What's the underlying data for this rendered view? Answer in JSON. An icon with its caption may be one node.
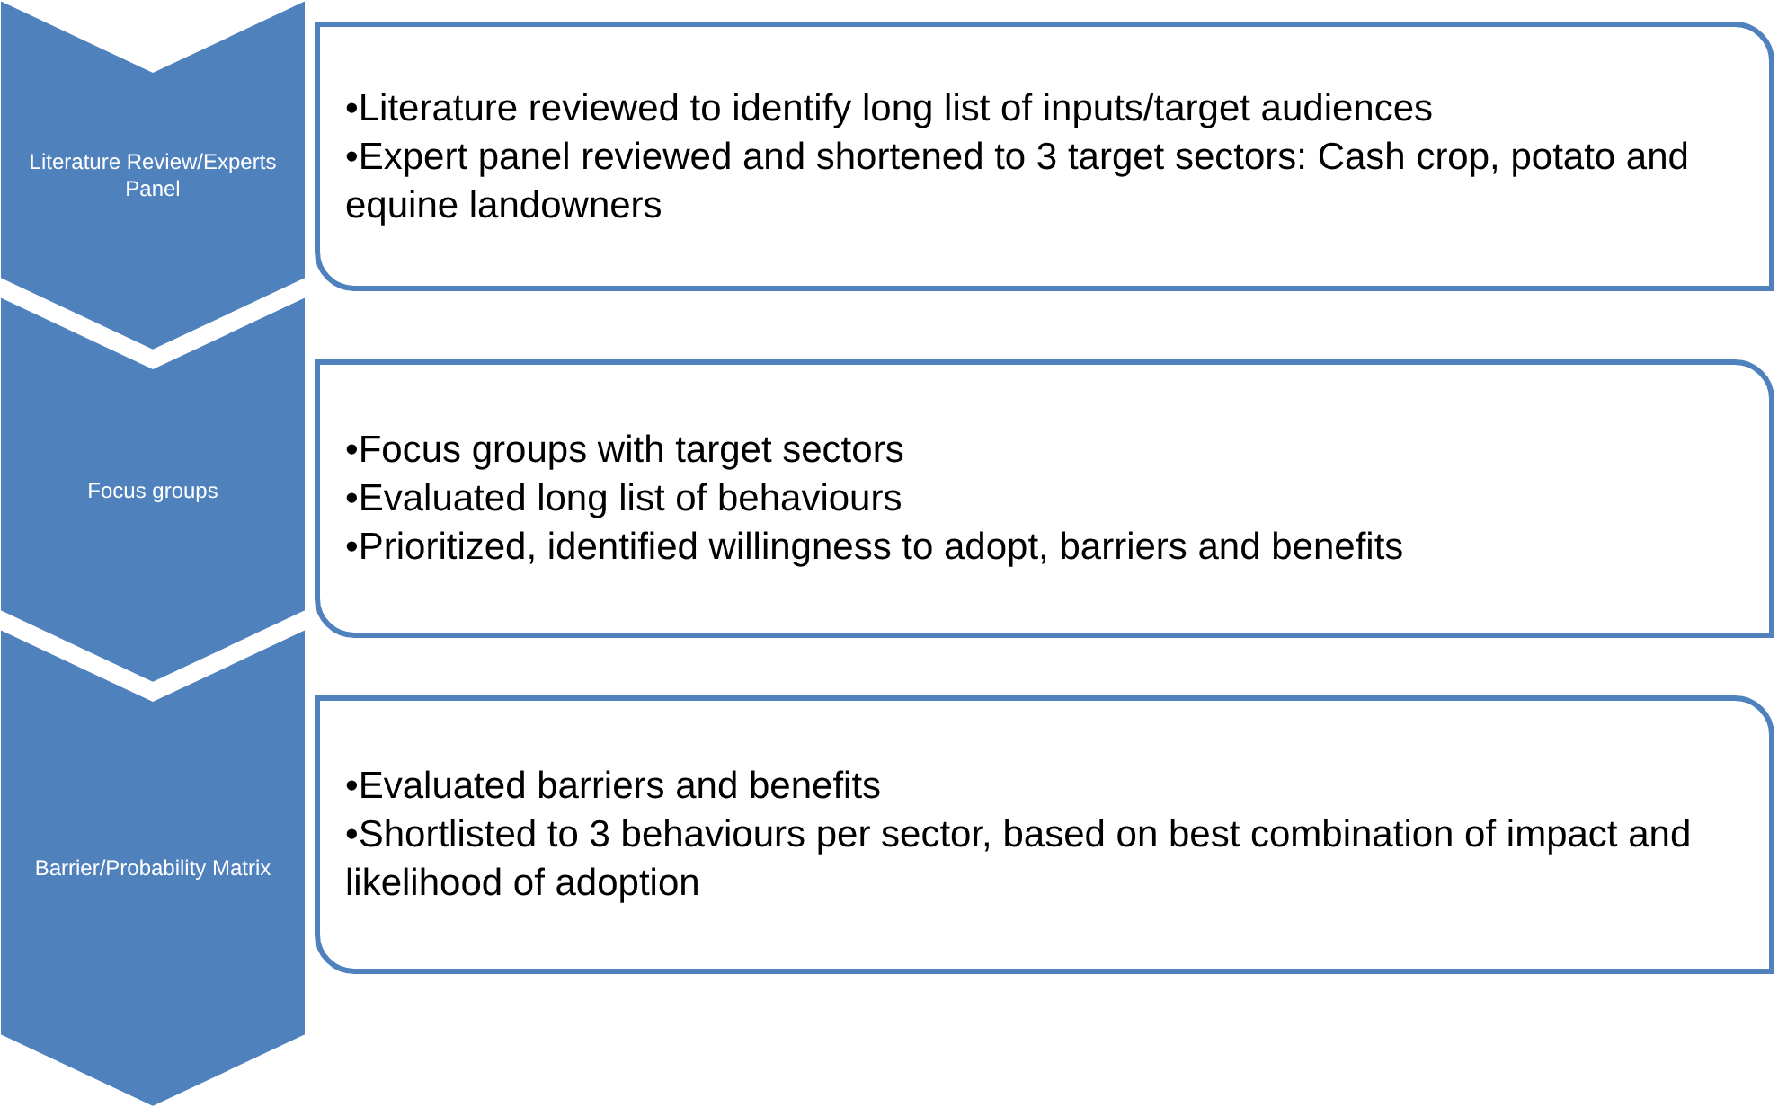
{
  "diagram": {
    "nodes": [
      {
        "text": [
          "Literature Review/Experts Panel"
        ]
      },
      {
        "text": [
          "•Literature reviewed to identify long list of inputs/target audiences",
          "•Expert panel reviewed and shortened to 3 target sectors: Cash crop, potato and equine landowners"
        ]
      },
      {
        "text": [
          "Focus groups"
        ]
      },
      {
        "text": [
          "•Focus groups with target sectors",
          "•Evaluated long list of behaviours",
          "•Prioritized, identified willingness to adopt, barriers and benefits"
        ]
      },
      {
        "text": [
          "Barrier/Probability Matrix"
        ]
      },
      {
        "text": [
          "•Evaluated barriers and benefits",
          "•Shortlisted to 3 behaviours per sector, based on best combination of impact and likelihood of adoption"
        ]
      }
    ]
  }
}
